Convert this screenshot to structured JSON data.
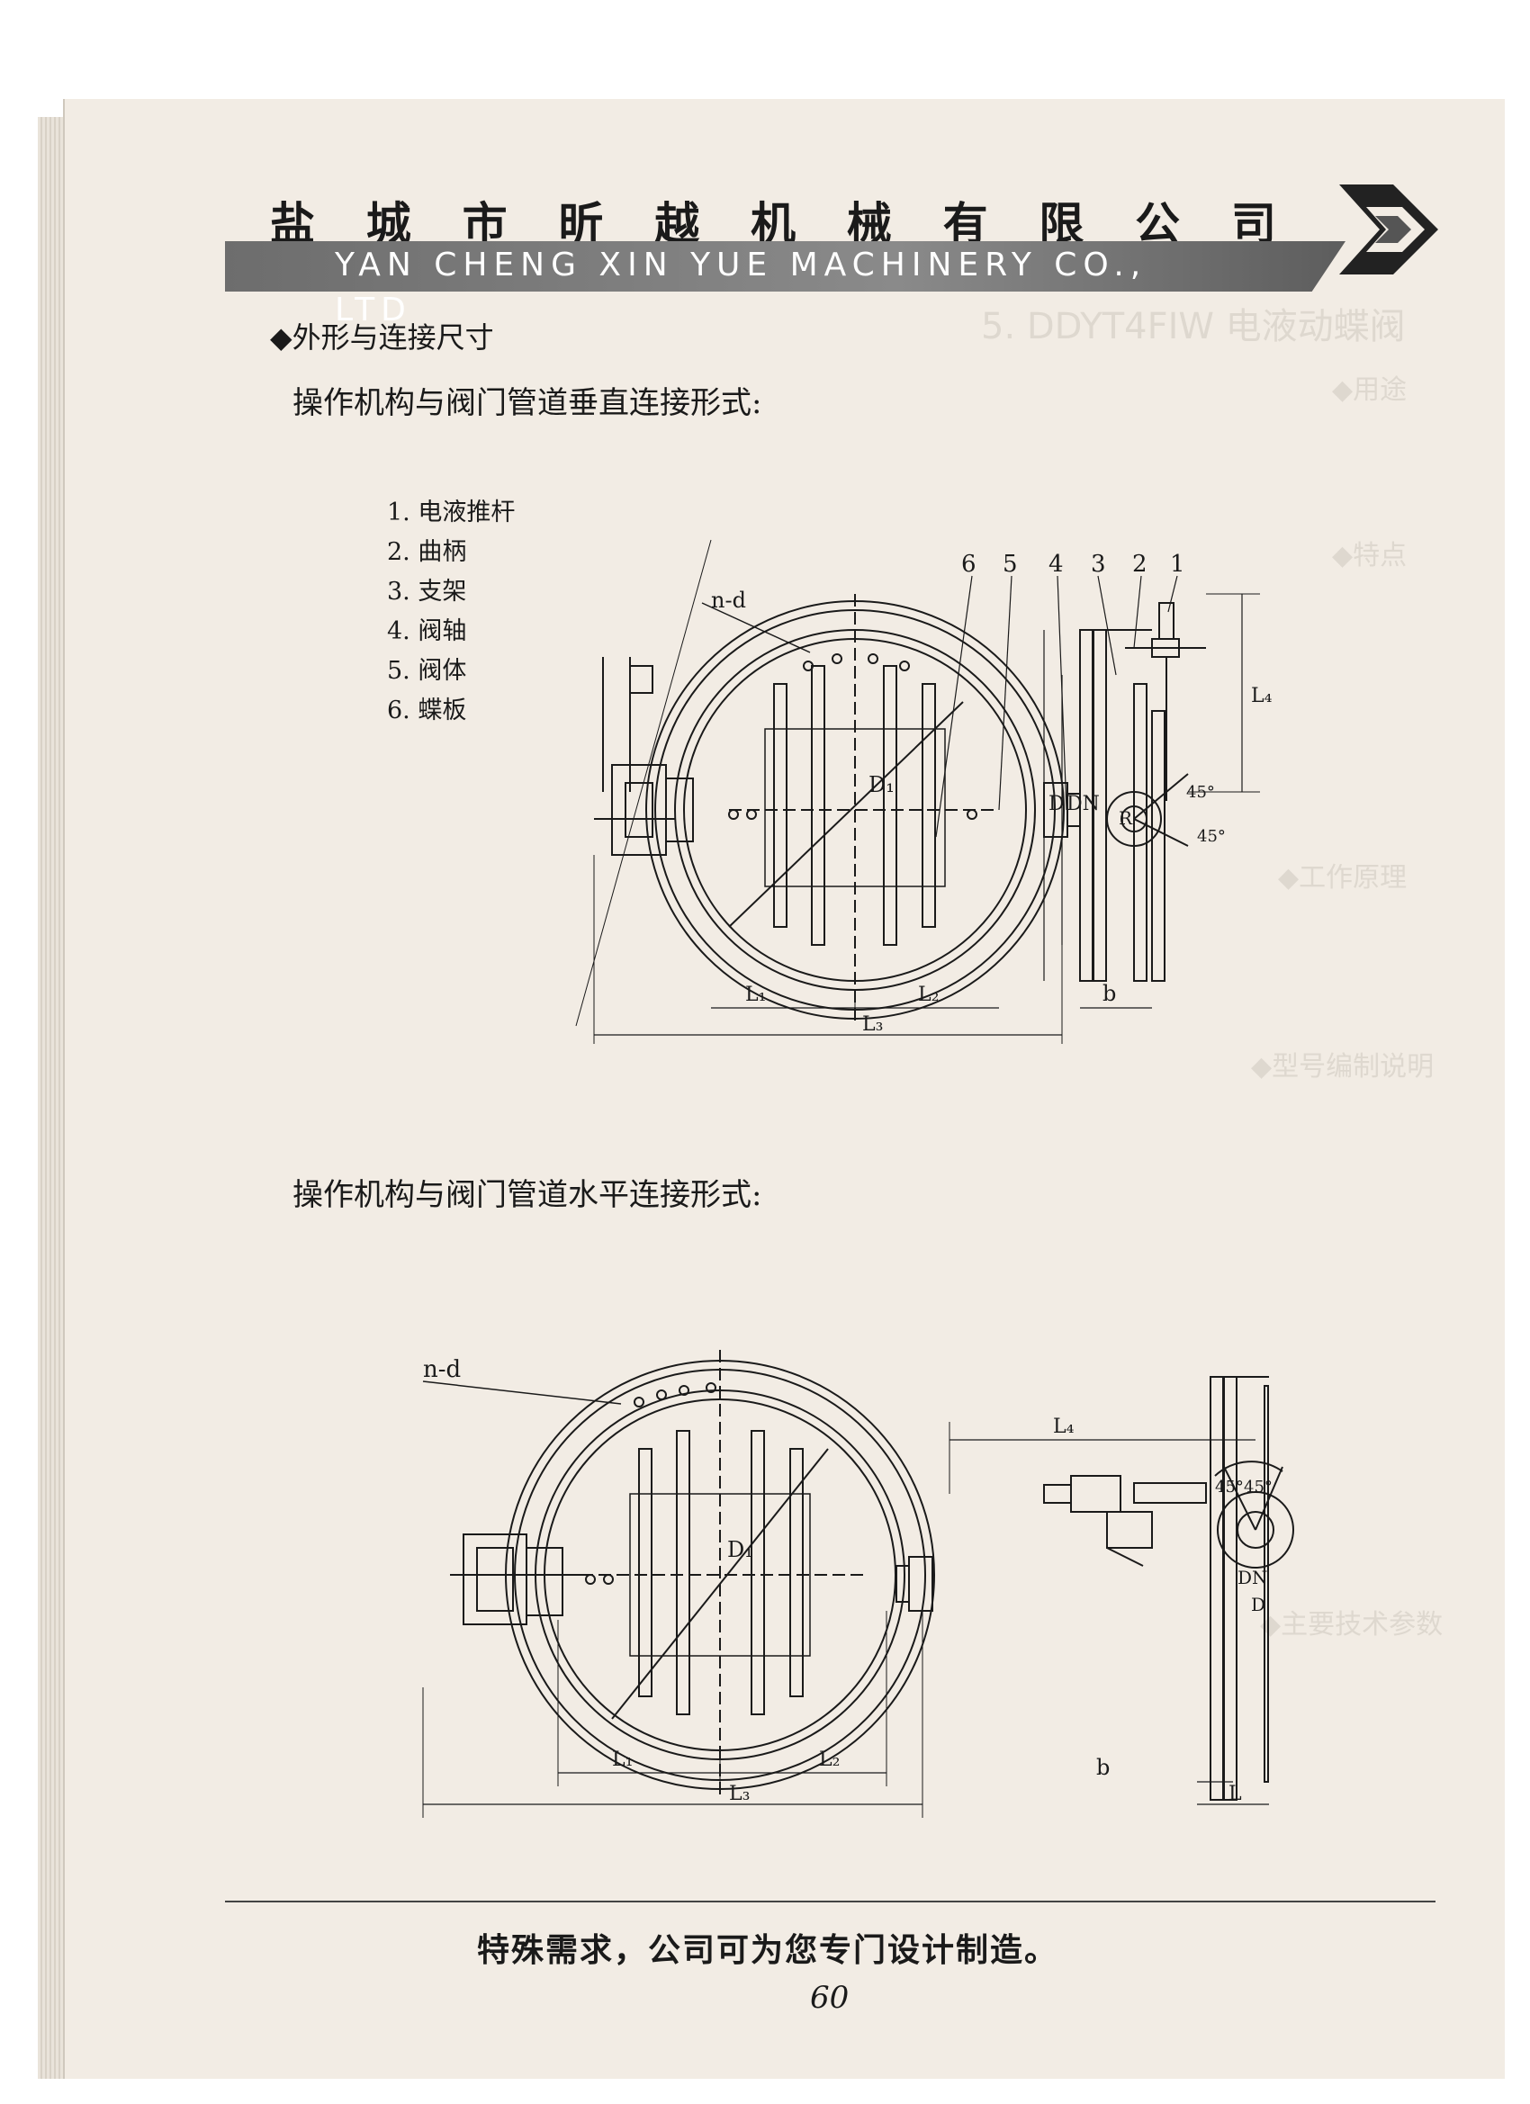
{
  "header": {
    "company_cn_chars": [
      "盐",
      "城",
      "市",
      "昕",
      "越",
      "机",
      "械",
      "有",
      "限",
      "公",
      "司"
    ],
    "company_en": "YAN CHENG XIN YUE MACHINERY CO., LTD"
  },
  "section_title": "◆外形与连接尺寸",
  "vertical": {
    "subtitle": "操作机构与阀门管道垂直连接形式:",
    "parts": [
      "1. 电液推杆",
      "2. 曲柄",
      "3. 支架",
      "4. 阀轴",
      "5. 阀体",
      "6. 蝶板"
    ],
    "labels": {
      "nd": "n-d",
      "d1": "D₁",
      "d": "D",
      "dn": "DN",
      "l1": "L₁",
      "l2": "L₂",
      "l3": "L₃",
      "l4": "L₄",
      "b": "b",
      "r": "R",
      "angle1": "45°",
      "angle2": "45°",
      "n6": "6",
      "n5": "5",
      "n4": "4",
      "n3": "3",
      "n2": "2",
      "n1": "1"
    }
  },
  "horizontal": {
    "subtitle": "操作机构与阀门管道水平连接形式:",
    "labels": {
      "nd": "n-d",
      "d1": "D₁",
      "l1": "L₁",
      "l2": "L₂",
      "l3": "L₃",
      "l4": "L₄",
      "b": "b",
      "l": "L",
      "dn": "DN",
      "d": "D",
      "angle1": "45°",
      "angle2": "45°"
    }
  },
  "footer": {
    "text": "特殊需求，公司可为您专门设计制造。",
    "page_number": "60"
  },
  "bleed_through": {
    "title": "5. DDYT4FIW 电液动蝶阀",
    "headings": [
      "◆用途",
      "◆特点",
      "◆工作原理",
      "◆型号编制说明",
      "◆主要技术参数"
    ]
  },
  "colors": {
    "page": "#f2ece4",
    "header_bar": "#7a7a7a",
    "ink": "#1a1a1a"
  }
}
